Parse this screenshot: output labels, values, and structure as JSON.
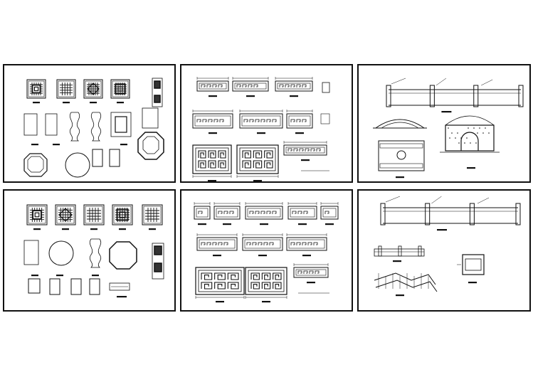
{
  "sheet": {
    "background": "#ffffff",
    "line_color": "#111111"
  },
  "panels": [
    {
      "id": "panel-1",
      "content": "carved-window-details"
    },
    {
      "id": "panel-2",
      "content": "railing-panel-details"
    },
    {
      "id": "panel-3",
      "content": "railing-elevation-and-moon-gate"
    },
    {
      "id": "panel-4",
      "content": "carved-window-details"
    },
    {
      "id": "panel-5",
      "content": "railing-panel-details"
    },
    {
      "id": "panel-6",
      "content": "railing-elevation-and-stair-section"
    }
  ]
}
